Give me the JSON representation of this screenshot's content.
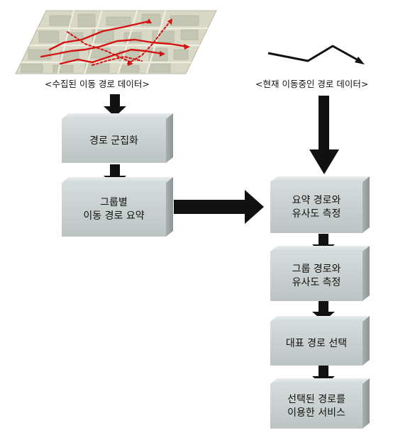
{
  "captions": {
    "collected": "<수집된 이동 경로 데이터>",
    "current": "<현재 이동중인 경로 데이터>"
  },
  "steps": {
    "clustering": "경로 군집화",
    "group_summary": "그룹별\n이동 경로 요약",
    "summary_similarity": "요약 경로와\n유사도 측정",
    "group_similarity": "그룹 경로와\n유사도 측정",
    "representative": "대표 경로 선택",
    "service": "선택된 경로를\n이용한 서비스"
  },
  "colors": {
    "box_face": "#c8cfcf",
    "box_side": "#9aa2a2",
    "arrow": "#111111",
    "map_route": "#d31313",
    "map_ground": "#d8d8c4"
  },
  "icons": {
    "map": "map-thumbnail-icon",
    "trajectory": "trajectory-line-icon"
  }
}
